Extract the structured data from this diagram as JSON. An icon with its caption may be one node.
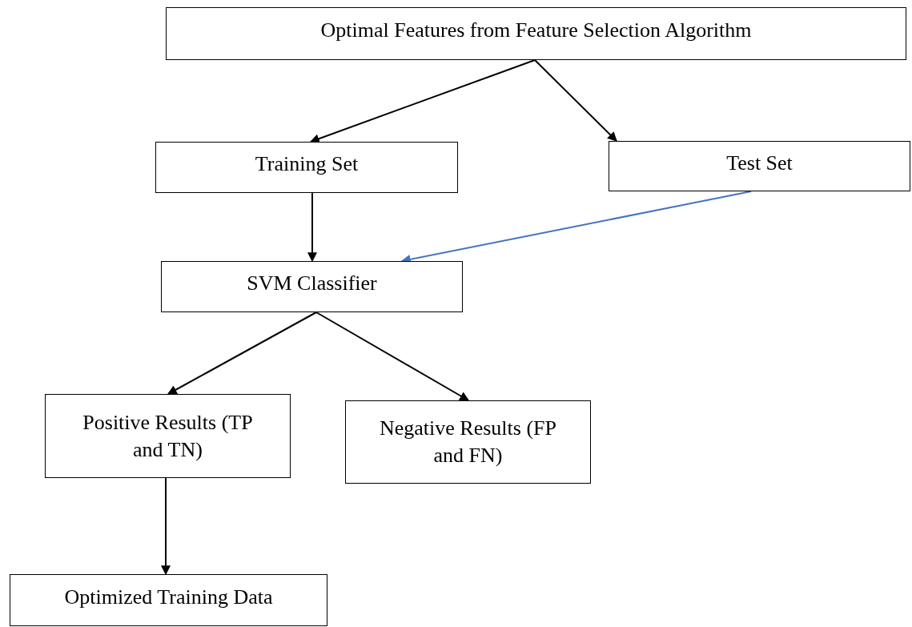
{
  "diagram": {
    "nodes": [
      {
        "text": [
          "Optimal Features from Feature Selection Algorithm"
        ]
      },
      {
        "text": [
          "Training Set"
        ]
      },
      {
        "text": [
          "Test Set"
        ]
      },
      {
        "text": [
          "SVM Classifier"
        ]
      },
      {
        "text": [
          "Positive Results (TP and TN)"
        ]
      },
      {
        "text": [
          "Negative Results (FP and FN)"
        ]
      },
      {
        "text": [
          "Optimized Training Data"
        ]
      }
    ],
    "edges": [
      {
        "from": 0,
        "to": 1,
        "arrow": "to"
      },
      {
        "from": 0,
        "to": 2,
        "arrow": "to"
      },
      {
        "from": 1,
        "to": 3,
        "arrow": "to"
      },
      {
        "from": 2,
        "to": 3,
        "arrow": "to",
        "color": "#4472c4"
      },
      {
        "from": 3,
        "to": 4,
        "arrow": "to"
      },
      {
        "from": 3,
        "to": 5,
        "arrow": "to"
      },
      {
        "from": 4,
        "to": 6,
        "arrow": "to"
      }
    ]
  }
}
